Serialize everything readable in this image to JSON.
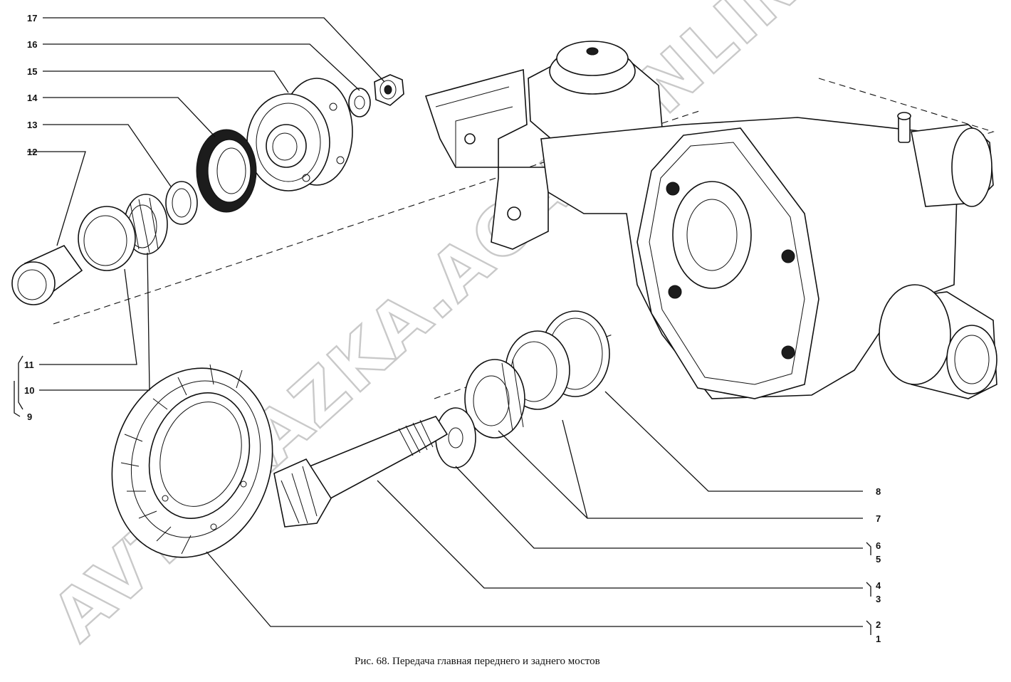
{
  "caption": "Рис. 68. Передача главная переднего и заднего мостов",
  "watermark": "AVTOKAZKA.ACAT.ONLINE",
  "callouts": {
    "n1": "1",
    "n2": "2",
    "n3": "3",
    "n4": "4",
    "n5": "5",
    "n6": "6",
    "n7": "7",
    "n8": "8",
    "n9": "9",
    "n10": "10",
    "n11": "11",
    "n12": "12",
    "n13": "13",
    "n14": "14",
    "n15": "15",
    "n16": "16",
    "n17": "17"
  }
}
